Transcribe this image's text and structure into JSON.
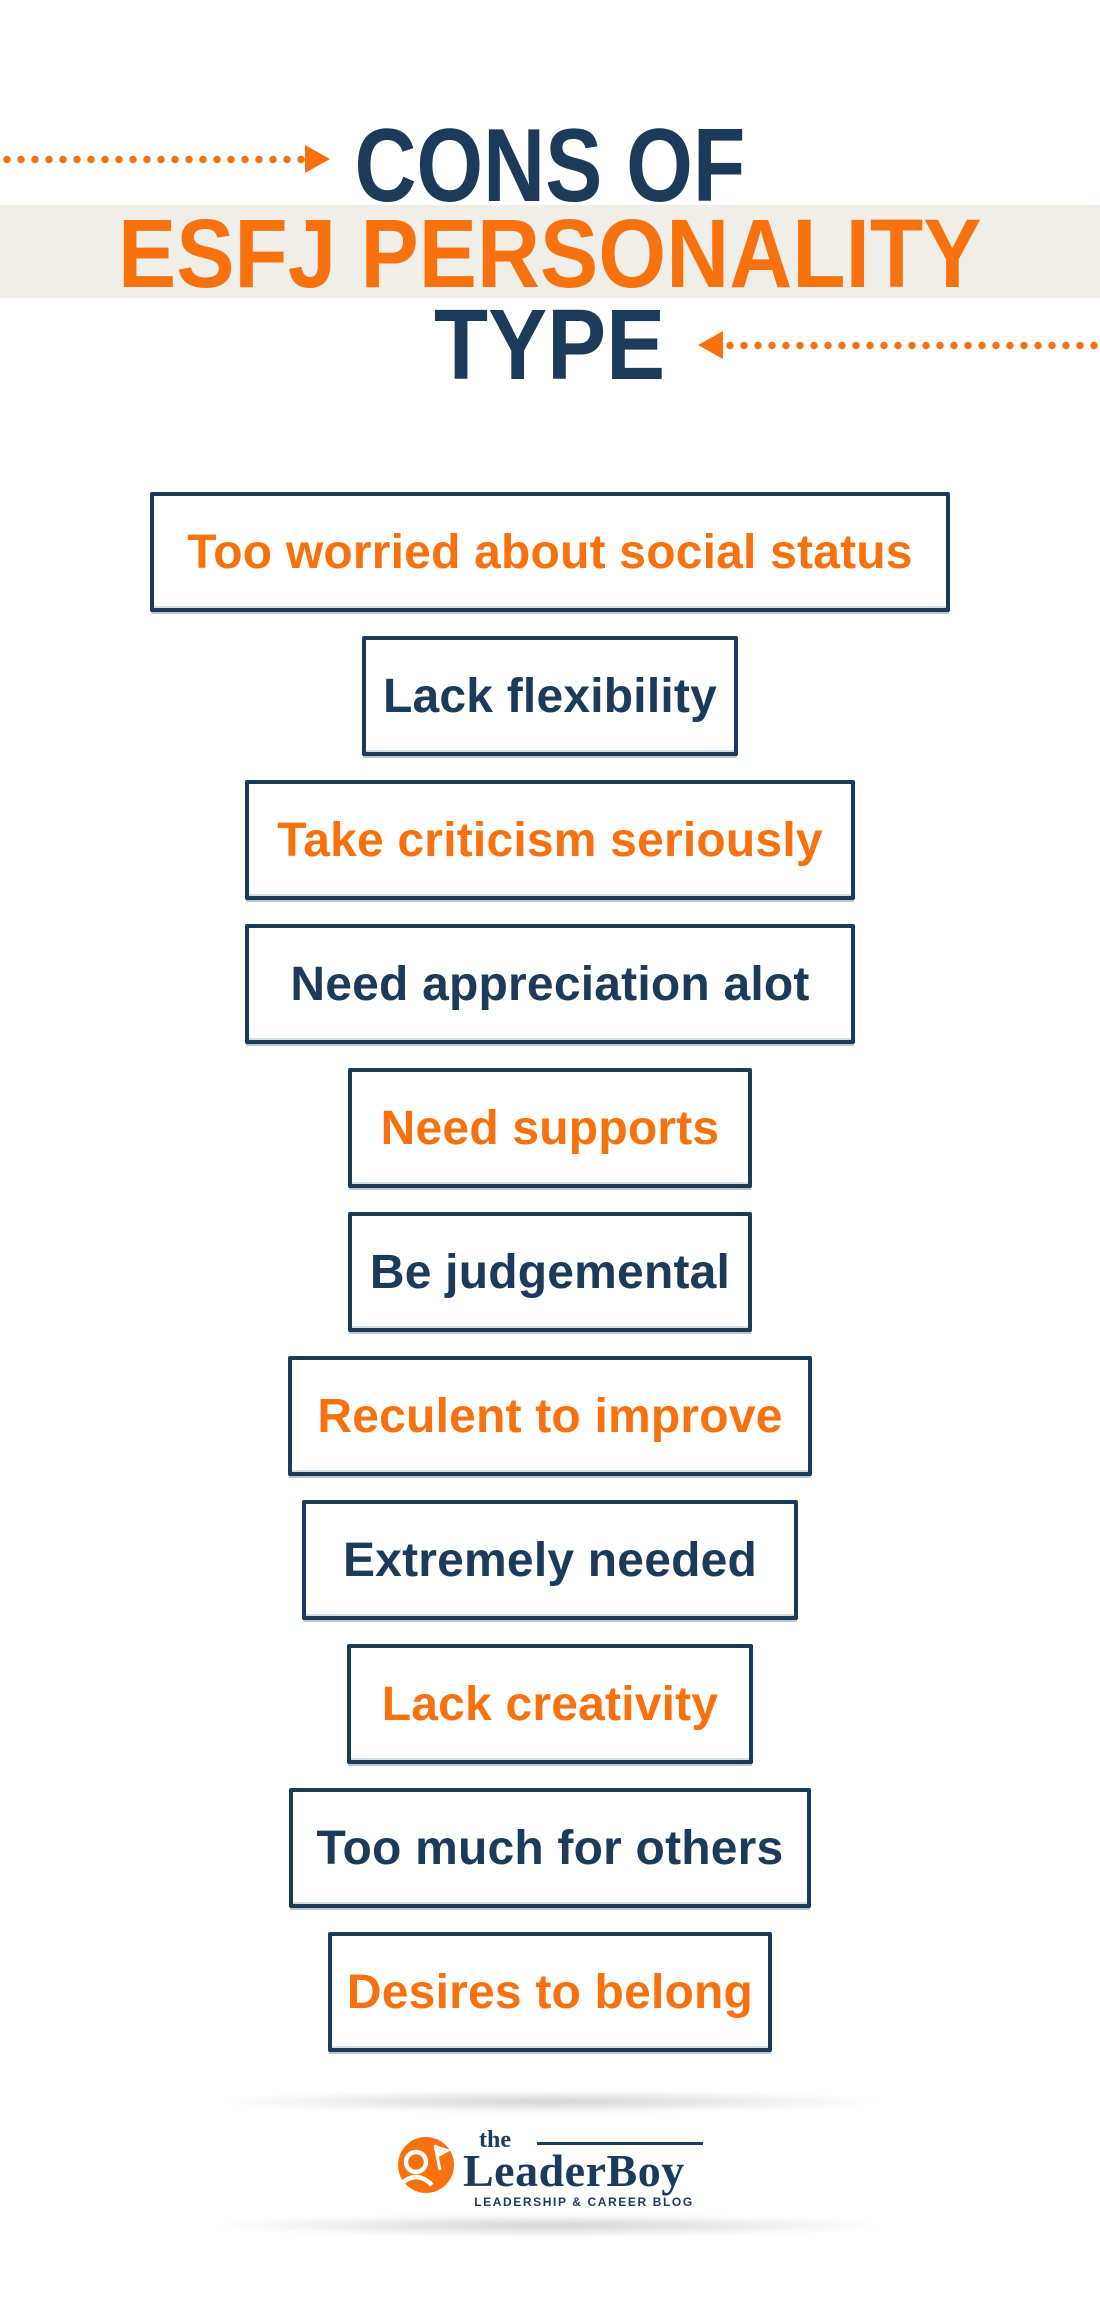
{
  "colors": {
    "navy": "#1C3A5A",
    "orange": "#F7710F",
    "band_bg": "#EFEEE8"
  },
  "title": {
    "line1": "CONS OF",
    "line2": "ESFJ PERSONALITY",
    "line3": "TYPE"
  },
  "cons_list": {
    "items": [
      {
        "label": "Too worried about social status",
        "emphasis": "orange"
      },
      {
        "label": "Lack flexibility",
        "emphasis": "navy"
      },
      {
        "label": "Take criticism seriously",
        "emphasis": "orange"
      },
      {
        "label": "Need appreciation alot",
        "emphasis": "navy"
      },
      {
        "label": "Need supports",
        "emphasis": "orange"
      },
      {
        "label": "Be judgemental",
        "emphasis": "navy"
      },
      {
        "label": "Reculent to improve",
        "emphasis": "orange"
      },
      {
        "label": "Extremely needed",
        "emphasis": "navy"
      },
      {
        "label": "Lack creativity",
        "emphasis": "orange"
      },
      {
        "label": "Too much for others",
        "emphasis": "navy"
      },
      {
        "label": "Desires to belong",
        "emphasis": "orange"
      }
    ]
  },
  "footer": {
    "brand_prefix": "the",
    "brand_name": "LeaderBoy",
    "brand_tagline": "LEADERSHIP & CAREER BLOG",
    "logo_icon": "person-with-flag-icon"
  }
}
